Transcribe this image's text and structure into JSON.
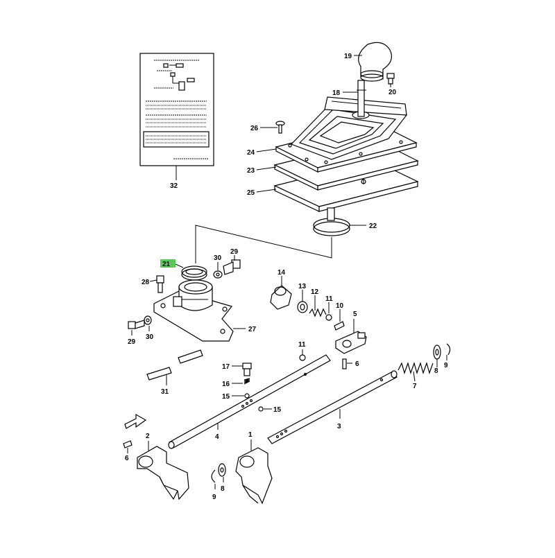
{
  "colors": {
    "highlight": "#5ac85a",
    "ink": "#000000",
    "paper": "#ffffff"
  },
  "callouts": {
    "c1": "1",
    "c2": "2",
    "c3": "3",
    "c4": "4",
    "c5": "5",
    "c6a": "6",
    "c6b": "6",
    "c7": "7",
    "c8a": "8",
    "c8b": "8",
    "c9a": "9",
    "c9b": "9",
    "c10": "10",
    "c11a": "11",
    "c11b": "11",
    "c12": "12",
    "c13": "13",
    "c14": "14",
    "c15a": "15",
    "c15b": "15",
    "c16": "16",
    "c17": "17",
    "c18": "18",
    "c19": "19",
    "c20": "20",
    "c21": "21",
    "c22": "22",
    "c23": "23",
    "c24": "24",
    "c25": "25",
    "c26": "26",
    "c27": "27",
    "c28": "28",
    "c29a": "29",
    "c29b": "29",
    "c30a": "30",
    "c30b": "30",
    "c31": "31",
    "c32": "32"
  },
  "highlighted_callout": "21"
}
